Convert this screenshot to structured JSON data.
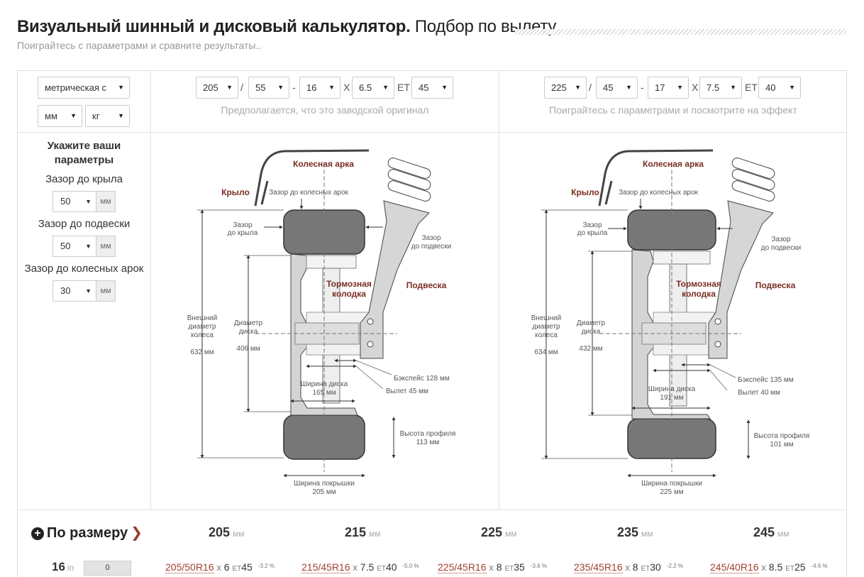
{
  "header": {
    "title_bold": "Визуальный шинный и дисковый калькулятор.",
    "title_light": "Подбор по вылету",
    "subtitle": "Поиграйтесь с параметрами и сравните результаты.."
  },
  "units": {
    "system": "метрическая с",
    "length": "мм",
    "weight": "кг"
  },
  "original": {
    "width": "205",
    "profile": "55",
    "diameter": "16",
    "rim_width": "6.5",
    "et": "45",
    "hint": "Предполагается, что это заводской оригинал"
  },
  "modified": {
    "width": "225",
    "profile": "45",
    "diameter": "17",
    "rim_width": "7.5",
    "et": "40",
    "hint": "Поиграйтесь с параметрами и посмотрите на эффект"
  },
  "separators": {
    "slash": "/",
    "dash": "-",
    "x": "X",
    "et": "ET"
  },
  "params": {
    "title": "Укажите ваши параметры",
    "fender_label": "Зазор до крыла",
    "fender_value": "50",
    "suspension_label": "Зазор до подвески",
    "suspension_value": "50",
    "arch_label": "Зазор до колесных арок",
    "arch_value": "30",
    "unit": "мм"
  },
  "diagram_labels": {
    "arch": "Колесная арка",
    "fender": "Крыло",
    "arch_gap": "Зазор до колесных арок",
    "fender_gap_1": "Зазор",
    "fender_gap_2": "до крыла",
    "susp_gap_1": "Зазор",
    "susp_gap_2": "до подвески",
    "brake_1": "Тормозная",
    "brake_2": "колодка",
    "suspension": "Подвеска",
    "outer_1": "Внешний",
    "outer_2": "диаметр",
    "outer_3": "колеса",
    "rimd_1": "Диаметр",
    "rimd_2": "диска",
    "rimw": "Ширина диска",
    "tirew": "Ширина покрышки",
    "profile_h": "Высота профиля"
  },
  "diagram_original": {
    "outer": "632 мм",
    "rim_d": "406 мм",
    "backspace": "Бэкспейс 128 мм",
    "offset": "Вылет 45 мм",
    "rim_w": "165 мм",
    "profile_h": "113 мм",
    "tire_w": "205 мм"
  },
  "diagram_modified": {
    "outer": "634 мм",
    "rim_d": "432 мм",
    "backspace": "Бэкспейс 135 мм",
    "offset": "Вылет 40 мм",
    "rim_w": "191 мм",
    "profile_h": "101 мм",
    "tire_w": "225 мм"
  },
  "by_size": {
    "title": "По размеру",
    "unit": "мм",
    "columns": [
      "205",
      "215",
      "225",
      "235",
      "245"
    ],
    "row_label": "16",
    "row_unit": "in",
    "row_count": "0",
    "cells": [
      {
        "size": "205/50R16",
        "x": "x",
        "w": "6",
        "et_label": "ET",
        "et": "45",
        "pct": "-3.2 %"
      },
      {
        "size": "215/45R16",
        "x": "x",
        "w": "7.5",
        "et_label": "ET",
        "et": "40",
        "pct": "-5.0 %"
      },
      {
        "size": "225/45R16",
        "x": "x",
        "w": "8",
        "et_label": "ET",
        "et": "35",
        "pct": "-3.6 %"
      },
      {
        "size": "235/45R16",
        "x": "x",
        "w": "8",
        "et_label": "ET",
        "et": "30",
        "pct": "-2.2 %"
      },
      {
        "size": "245/40R16",
        "x": "x",
        "w": "8.5",
        "et_label": "ET",
        "et": "25",
        "pct": "-4.6 %"
      }
    ]
  }
}
